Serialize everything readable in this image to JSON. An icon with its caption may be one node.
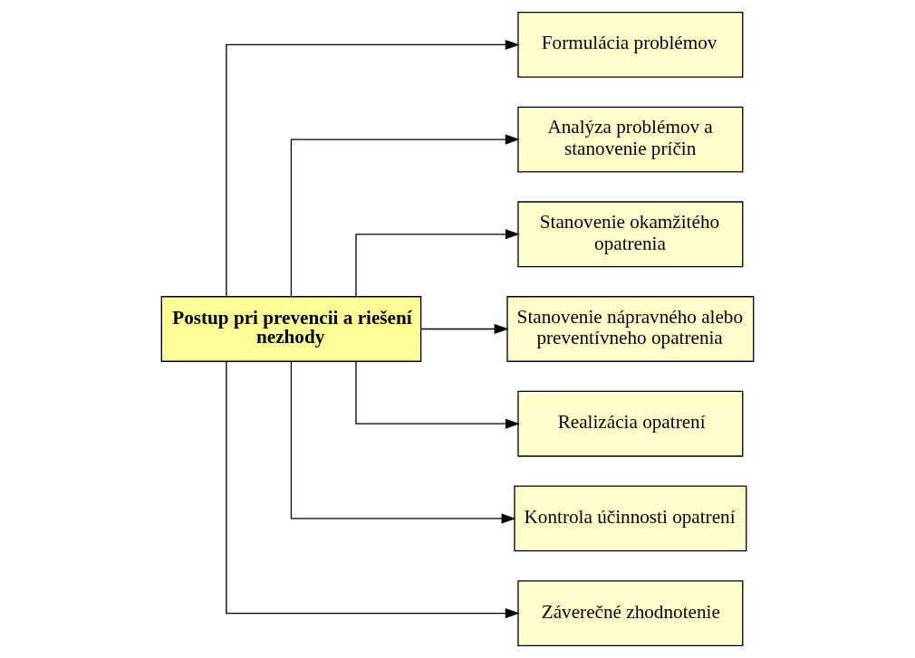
{
  "diagram": {
    "nodes": [
      {
        "text": [
          "Postup pri prevencii a riešení nezhody"
        ]
      },
      {
        "text": [
          "Formulácia problémov"
        ]
      },
      {
        "text": [
          "Analýza problémov a stanovenie príčin"
        ]
      },
      {
        "text": [
          "Stanovenie okamžitého opatrenia"
        ]
      },
      {
        "text": [
          "Stanovenie nápravného alebo preventívneho opatrenia"
        ]
      },
      {
        "text": [
          "Realizácia opatrení"
        ]
      },
      {
        "text": [
          "Kontrola účinnosti opatrení"
        ]
      },
      {
        "text": [
          "Záverečné zhodnotenie"
        ]
      }
    ],
    "edges": [
      {
        "from": 0,
        "to": 1,
        "arrow": "to"
      },
      {
        "from": 0,
        "to": 2,
        "arrow": "to"
      },
      {
        "from": 0,
        "to": 3,
        "arrow": "to"
      },
      {
        "from": 0,
        "to": 4,
        "arrow": "to"
      },
      {
        "from": 0,
        "to": 5,
        "arrow": "to"
      },
      {
        "from": 0,
        "to": 6,
        "arrow": "to"
      },
      {
        "from": 0,
        "to": 7,
        "arrow": "to"
      }
    ]
  }
}
